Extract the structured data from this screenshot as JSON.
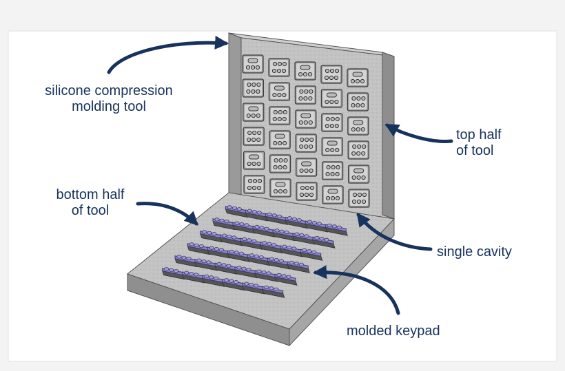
{
  "labels": {
    "silicone_tool": [
      "silicone compression",
      "molding tool"
    ],
    "top_half": [
      "top half",
      "of tool"
    ],
    "bottom_half": [
      "bottom half",
      "of tool"
    ],
    "single_cavity": "single cavity",
    "molded_keypad": "molded keypad"
  },
  "colors": {
    "background": "#f3f3f3",
    "frame": "#ffffff",
    "arrow": "#17325c",
    "tool_face": "#bfbfbf",
    "tool_side": "#8e8e8e",
    "keypad": "#8d86c9"
  },
  "mold": {
    "top_grid": {
      "rows": 6,
      "cols": 5
    },
    "bottom_grid": {
      "rows": 6,
      "cols": 6
    }
  }
}
